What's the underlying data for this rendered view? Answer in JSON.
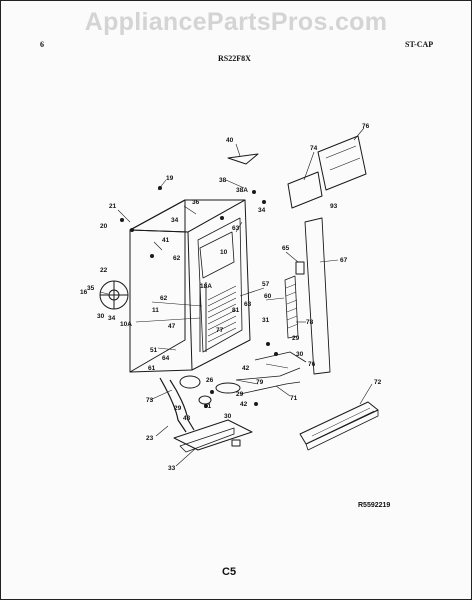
{
  "watermark": "AppliancePartsPros.com",
  "header": {
    "page_number": "6",
    "model": "RS22F8X",
    "section": "ST-CAP"
  },
  "reference": "R5592219",
  "page_code": "C5",
  "part_labels": [
    "40",
    "76",
    "74",
    "93",
    "19",
    "38",
    "38A",
    "21",
    "36",
    "34",
    "34",
    "20",
    "41",
    "63",
    "65",
    "67",
    "22",
    "35",
    "10",
    "62",
    "57",
    "16",
    "18A",
    "62",
    "60",
    "63",
    "11",
    "81",
    "30",
    "34",
    "31",
    "10A",
    "78",
    "47",
    "29",
    "77",
    "51",
    "30",
    "64",
    "76",
    "42",
    "61",
    "79",
    "26",
    "73",
    "29",
    "31",
    "71",
    "72",
    "42",
    "29",
    "43",
    "30",
    "23",
    "33"
  ]
}
